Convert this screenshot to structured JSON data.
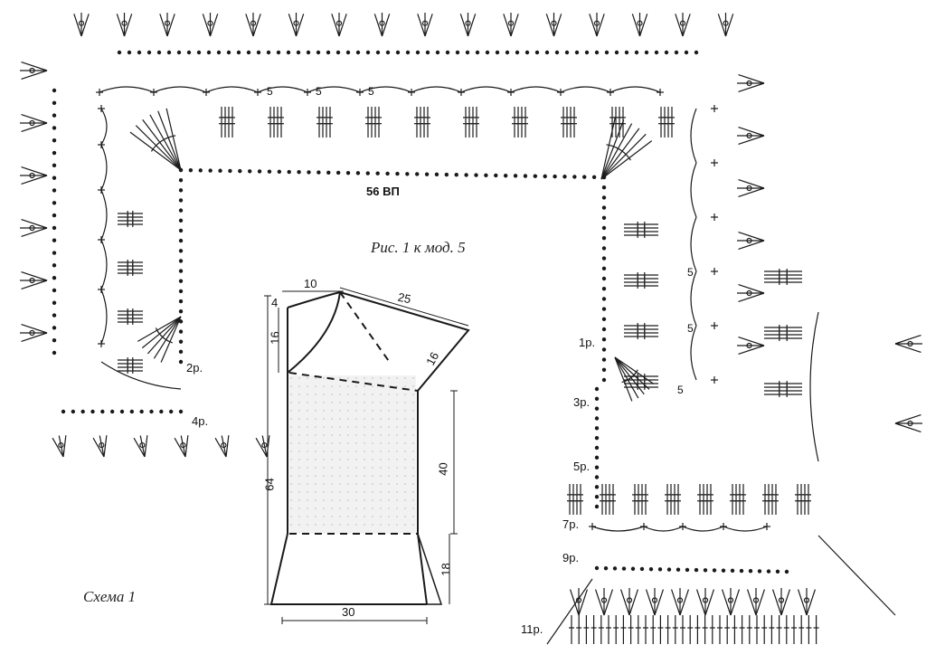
{
  "captions": {
    "figure": "Рис. 1 к мод. 5",
    "scheme": "Схема 1"
  },
  "chain_label": "56 ВП",
  "five_marks": [
    "5",
    "5",
    "5",
    "5",
    "5",
    "5"
  ],
  "rows_left": {
    "r2": "2р.",
    "r4": "4р."
  },
  "rows_right": {
    "r1": "1р.",
    "r3": "3р.",
    "r5": "5р.",
    "r7": "7р.",
    "r9": "9р.",
    "r11": "11р."
  },
  "pattern_dimensions": {
    "neck_width": "10",
    "shoulder": "25",
    "front_neck": "4",
    "neck_depth": "16",
    "armhole": "16",
    "side": "40",
    "total_length": "64",
    "hem_flare": "18",
    "bottom_width": "30"
  },
  "colors": {
    "ink": "#1a1a1a",
    "paper": "#ffffff",
    "mesh": "#c8c8c8"
  }
}
